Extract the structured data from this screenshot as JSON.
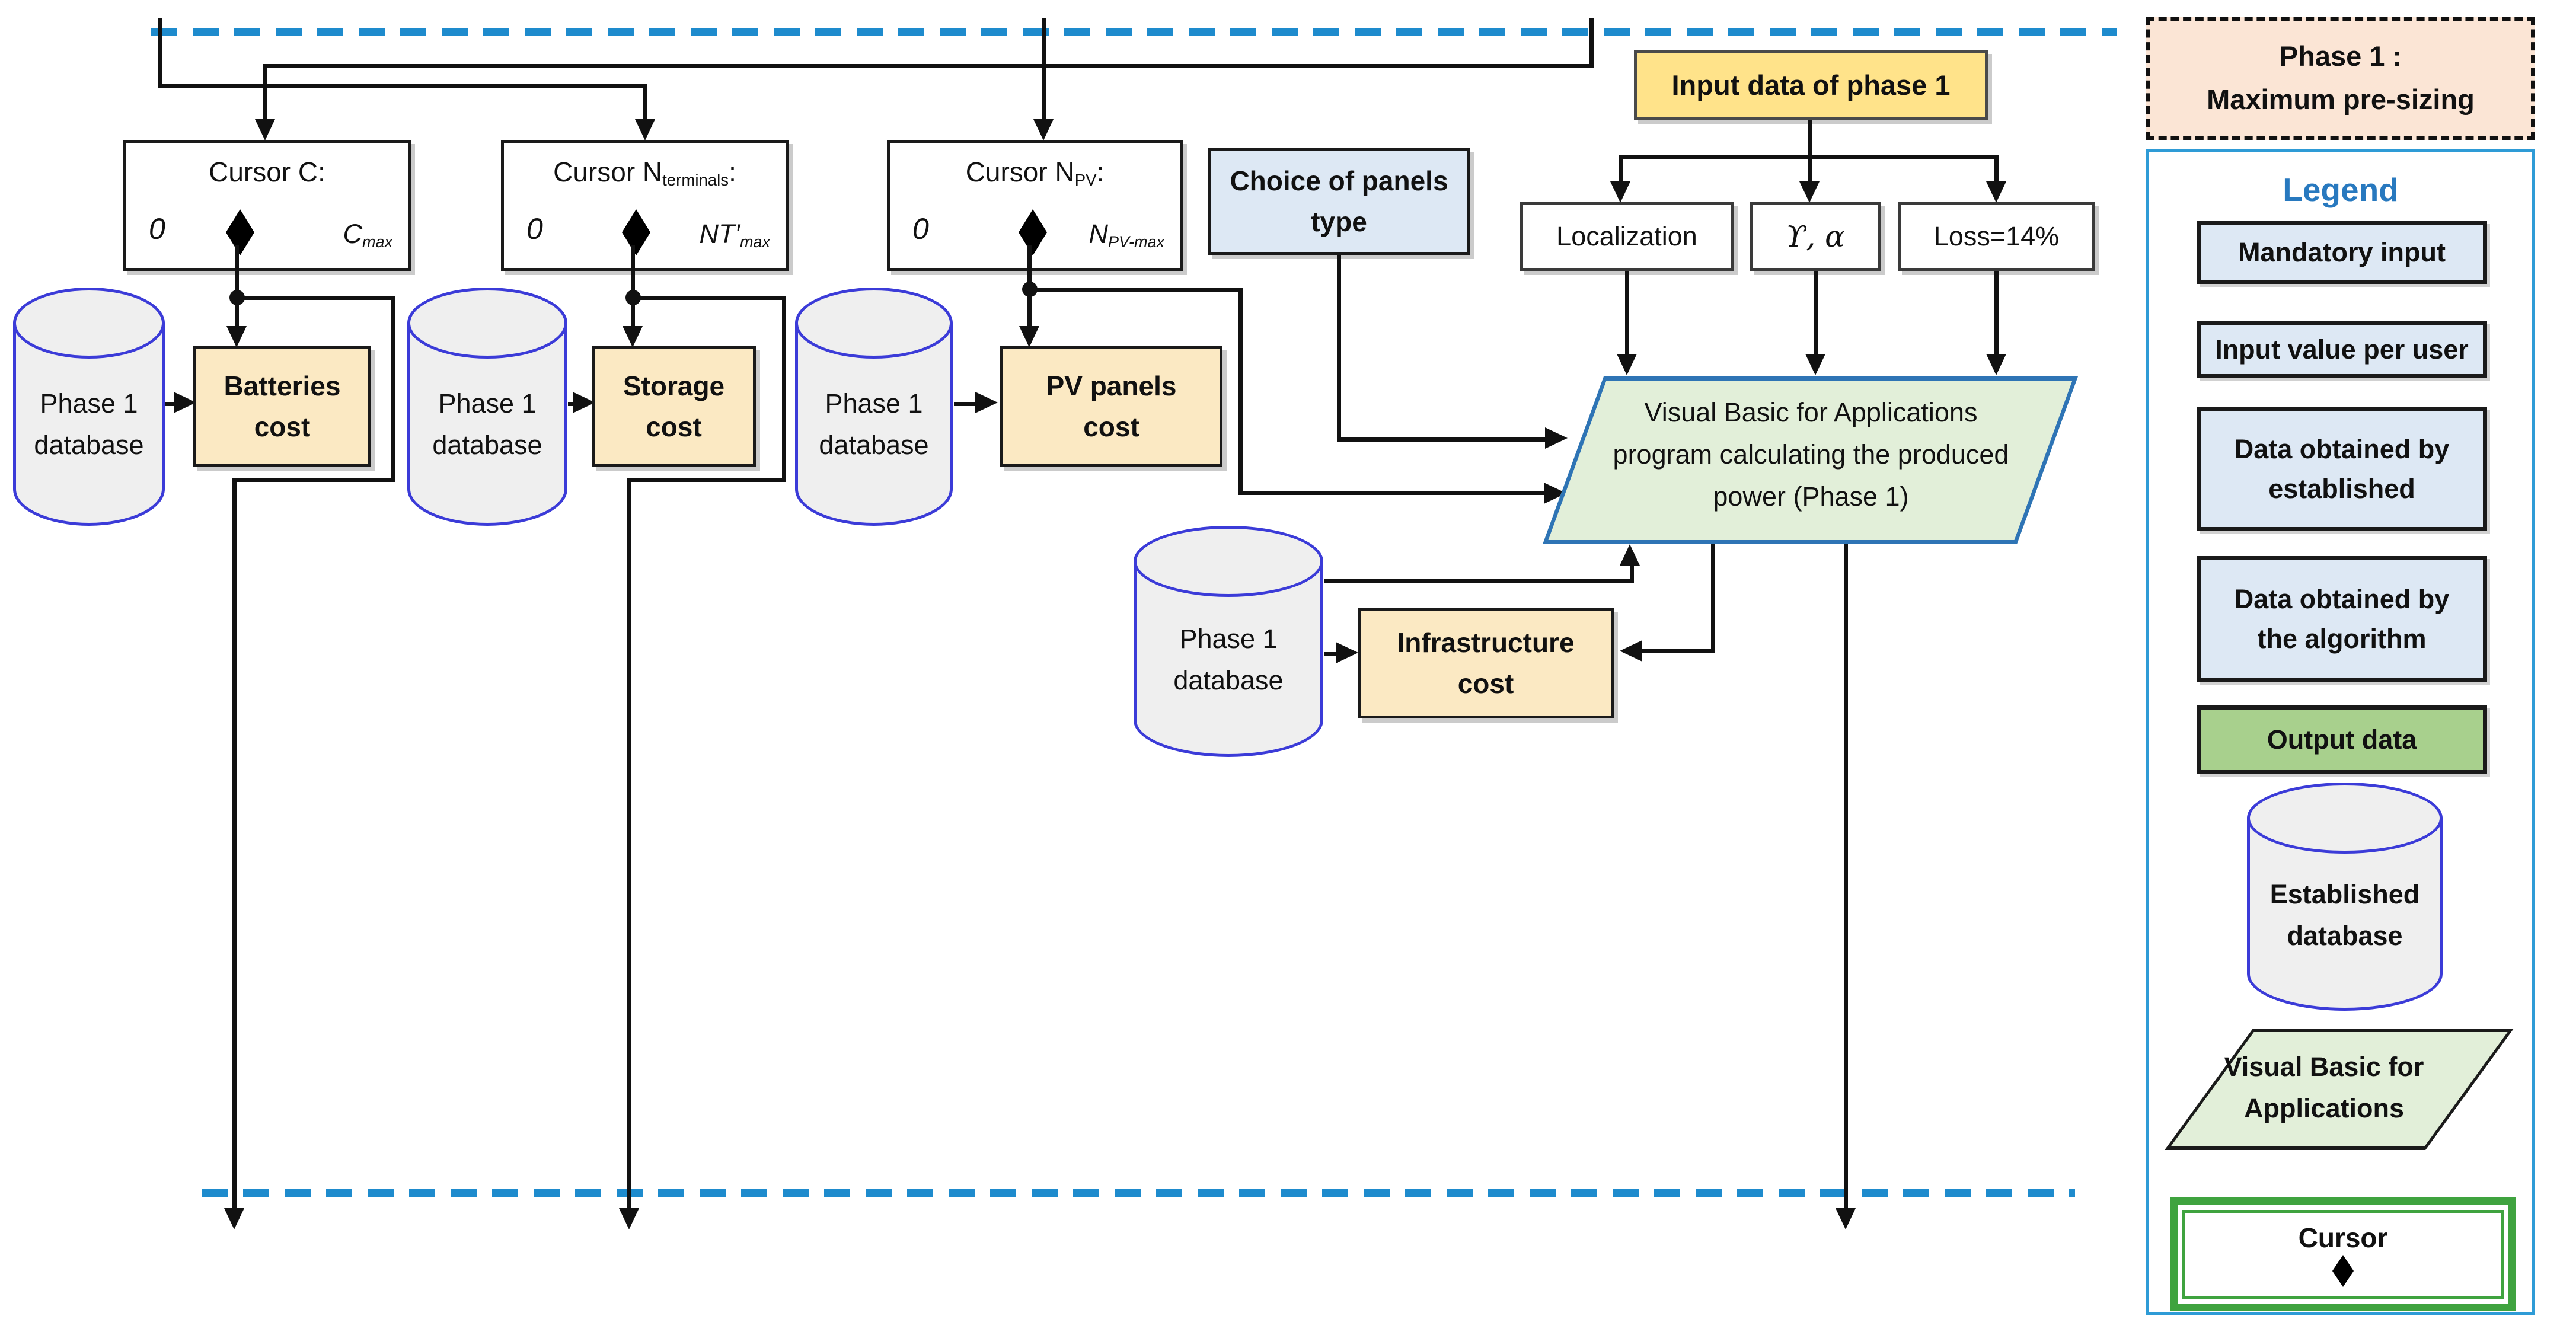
{
  "colors": {
    "line": "#111111",
    "dashed_blue": "#1E8BCD",
    "yellow_input": "#FFE38A",
    "yellow_cost": "#FBE9C3",
    "blue_box": "#DDE8F4",
    "green_output": "#A8D08D",
    "vba_fill": "#E2EFD9",
    "vba_border": "#2E74B5",
    "cylinder_fill": "#EFEFEF",
    "cylinder_border": "#3B3BD8",
    "legend_border": "#2E9BD6",
    "legend_title_color": "#2879BF",
    "peach": "#FBE5D5",
    "cursor_green": "#3FA33F"
  },
  "cursors": [
    {
      "title_main": "Cursor C:",
      "title_sub": "",
      "title_suffix": "",
      "min": "0",
      "max_main": "C",
      "max_sub": "max"
    },
    {
      "title_main": "Cursor N",
      "title_sub": "terminals",
      "title_suffix": ":",
      "min": "0",
      "max_main": "NT′",
      "max_sub": "max"
    },
    {
      "title_main": "Cursor N",
      "title_sub": "PV",
      "title_suffix": ":",
      "min": "0",
      "max_main": "N",
      "max_sub": "PV-max"
    }
  ],
  "database_label": {
    "line1": "Phase 1",
    "line2": "database"
  },
  "cost_boxes": {
    "batteries": {
      "line1": "Batteries",
      "line2": "cost"
    },
    "storage": {
      "line1": "Storage",
      "line2": "cost"
    },
    "pv": {
      "line1": "PV panels",
      "line2": "cost"
    },
    "infrastructure": {
      "line1": "Infrastructure",
      "line2": "cost"
    }
  },
  "choice_box": {
    "line1": "Choice of panels",
    "line2": "type"
  },
  "input_box": {
    "label": "Input data of phase 1"
  },
  "input_params": {
    "localization": "Localization",
    "gamma_alpha": "ϒ, α",
    "loss": "Loss=14%"
  },
  "vba": {
    "line1": "Visual Basic for Applications",
    "line2": "program calculating the produced",
    "line3": "power (Phase 1)"
  },
  "legend": {
    "phase_title": {
      "line1": "Phase 1 :",
      "line2": "Maximum pre-sizing"
    },
    "title": "Legend",
    "items": {
      "mandatory": "Mandatory input",
      "input_value": "Input value per user",
      "data_established": {
        "line1": "Data obtained by",
        "line2": "established"
      },
      "data_algorithm": {
        "line1": "Data obtained by",
        "line2": "the algorithm"
      },
      "output": "Output data",
      "database": {
        "line1": "Established",
        "line2": "database"
      },
      "vba": {
        "line1": "Visual Basic for",
        "line2": "Applications"
      },
      "cursor": "Cursor"
    }
  }
}
